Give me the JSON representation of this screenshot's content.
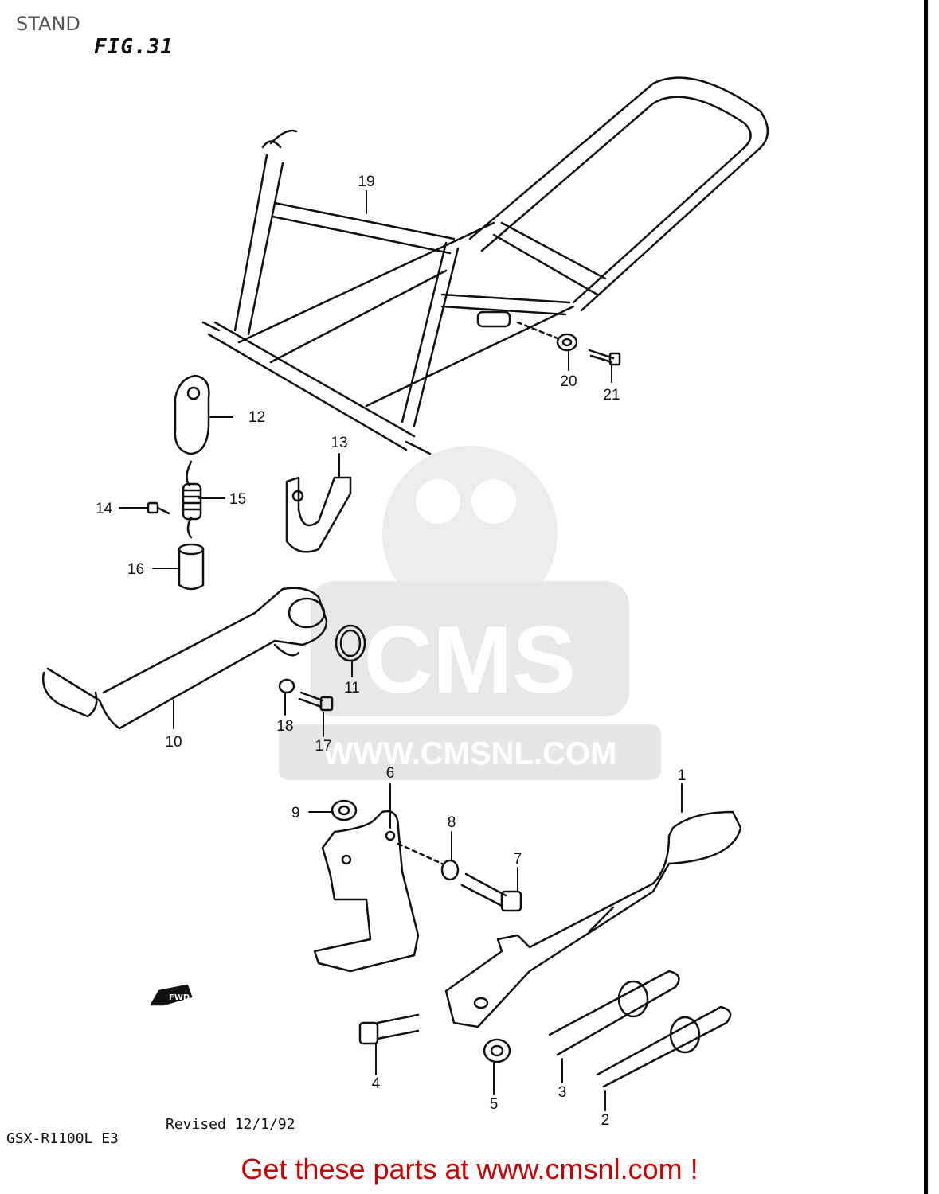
{
  "header": {
    "title": "STAND",
    "figure": "FIG.31"
  },
  "watermark": {
    "logo": "CMS",
    "url": "WWW.CMSNL.COM"
  },
  "fwd_arrow": "FWD",
  "callouts": [
    {
      "id": "c1",
      "label": "1"
    },
    {
      "id": "c2",
      "label": "2"
    },
    {
      "id": "c3",
      "label": "3"
    },
    {
      "id": "c4",
      "label": "4"
    },
    {
      "id": "c5",
      "label": "5"
    },
    {
      "id": "c6",
      "label": "6"
    },
    {
      "id": "c7",
      "label": "7"
    },
    {
      "id": "c8",
      "label": "8"
    },
    {
      "id": "c9",
      "label": "9"
    },
    {
      "id": "c10",
      "label": "10"
    },
    {
      "id": "c11",
      "label": "11"
    },
    {
      "id": "c12",
      "label": "12"
    },
    {
      "id": "c13",
      "label": "13"
    },
    {
      "id": "c14",
      "label": "14"
    },
    {
      "id": "c15",
      "label": "15"
    },
    {
      "id": "c16",
      "label": "16"
    },
    {
      "id": "c17",
      "label": "17"
    },
    {
      "id": "c18",
      "label": "18"
    },
    {
      "id": "c19",
      "label": "19"
    },
    {
      "id": "c20",
      "label": "20"
    },
    {
      "id": "c21",
      "label": "21"
    }
  ],
  "footer": {
    "model": "GSX-R1100L E3",
    "revised": "Revised 12/1/92",
    "link_text": "Get these parts at www.cmsnl.com !"
  },
  "colors": {
    "link": "#cc0000",
    "line": "#111111",
    "watermark": "#e6e6e6"
  }
}
